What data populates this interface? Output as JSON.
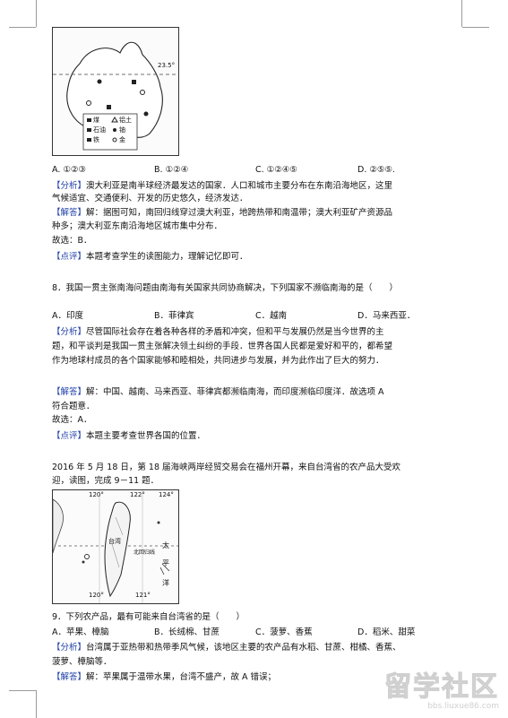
{
  "australia_map": {
    "tropic_label": "23.5°",
    "legend": [
      "煤",
      "石油",
      "铁",
      "铝土",
      "铀",
      "金"
    ]
  },
  "q_prev": {
    "options": [
      {
        "label": "A. ①②③"
      },
      {
        "label": "B. ①②④"
      },
      {
        "label": "C. ①②④⑤"
      },
      {
        "label": "D. ②⑤⑤."
      }
    ],
    "analysis_tag": "【分析】",
    "analysis_lines": [
      "澳大利亚是南半球经济最发达的国家．人口和城市主要分布在东南沿海地区，这里",
      "气候适宜、交通便利、开发的历史悠久，经济发达．"
    ],
    "answer_tag": "【解答】",
    "answer_lines": [
      "解：据图可知，南回归线穿过澳大利亚，地跨热带和南温带；澳大利亚矿产资源品",
      "种多；澳大利亚东南沿海地区城市集中分布．"
    ],
    "choice": "故选：B．",
    "comment_tag": "【点评】",
    "comment": "本题考查学生的读图能力，理解记忆即可．"
  },
  "q8": {
    "stem": "8．我国一贯主张南海问题由南海有关国家共同协商解决，下列国家不濒临南海的是（　　）",
    "options": [
      {
        "label": "A．印度"
      },
      {
        "label": "B．菲律宾"
      },
      {
        "label": "C．越南"
      },
      {
        "label": "D．马来西亚．"
      }
    ],
    "analysis_tag": "【分析】",
    "analysis_lines": [
      "尽管国际社会存在着各种各样的矛盾和冲突，但和平与发展仍然是当今世界的主",
      "题，和平谈判是我国一贯主张解决领土纠纷的手段．世界各国人民都是爱好和平的，都希望",
      "作为地球村成员的各个国家能够和睦相处，共同进步与发展，并为此作出了巨大的努力．"
    ],
    "answer_tag": "【解答】",
    "answer_lines": [
      "解：中国、越南、马来西亚、菲律宾都濒临南海，而印度濒临印度洋．故选项 A",
      "符合题意．"
    ],
    "choice": "故选：A．",
    "comment_tag": "【点评】",
    "comment": "本题主要考查世界各国的位置．"
  },
  "intro": [
    "2016 年 5 月 18 日，第 18 届海峡两岸经贸交易会在福州开幕，来自台湾省的农产品大受欢",
    "迎，读图，完成 9－11 题．"
  ],
  "taiwan_map": {
    "labels": [
      "120°",
      "122°",
      "124°",
      "台湾",
      "太",
      "平",
      "洋",
      "北回归线",
      "120°",
      "121°"
    ]
  },
  "q9": {
    "stem": "9．下列农产品，最有可能来自台湾省的是（　　）",
    "options": [
      {
        "label": "A．苹果、樟脑"
      },
      {
        "label": "B．长绒棉、甘蔗"
      },
      {
        "label": "C．菠萝、香蕉"
      },
      {
        "label": "D．稻米、甜菜"
      }
    ],
    "analysis_tag": "【分析】",
    "analysis_lines": [
      "台湾属于亚热带和热带季风气候，该地区主要的农产品有水稻、甘蔗、柑橘、香蕉、",
      "菠萝、樟脑等．"
    ],
    "answer_tag": "【解答】",
    "answer_lines": [
      "解：苹果属于温带水果，台湾不盛产，故 A 错误；"
    ]
  },
  "watermark": {
    "logo": "留学社区",
    "url": "bbs.liuxue86.com"
  }
}
